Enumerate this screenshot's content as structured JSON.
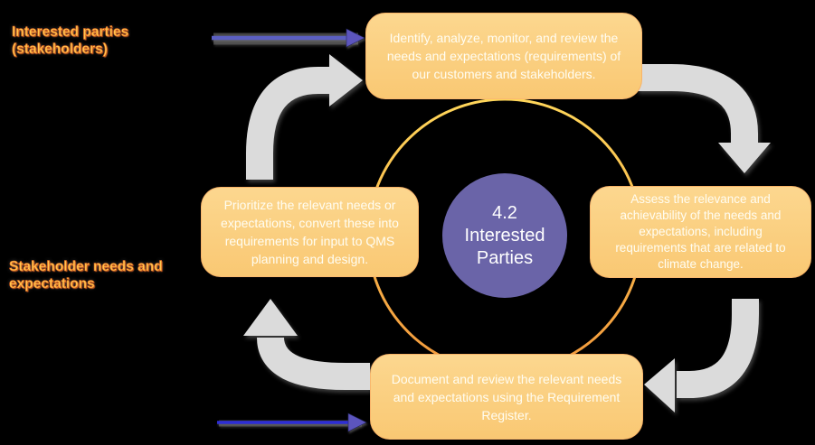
{
  "center_circle": {
    "lines": [
      "4.2",
      "Interested",
      "Parties"
    ],
    "fill_color": "#6A64A8",
    "text_color": "#FFFFFF"
  },
  "ring_color_top": "#FFD65A",
  "ring_color_bottom": "#F2983B",
  "boxes": {
    "top": {
      "lines": [
        "Identify, analyze, monitor, and review the",
        "needs and expectations (requirements) of",
        "our customers and stakeholders."
      ]
    },
    "right": {
      "lines": [
        "Assess the relevance and",
        "achievability of the needs and",
        "expectations, including",
        "requirements that are related to",
        "climate change."
      ]
    },
    "bottom": {
      "lines": [
        "Document and review the relevant needs",
        "and expectations using the Requirement",
        "Register."
      ]
    },
    "left": {
      "lines": [
        "Prioritize the relevant needs or",
        "expectations, convert these into",
        "requirements for input to QMS",
        "planning and design."
      ]
    }
  },
  "box_style": {
    "fill_top": "#FCD78F",
    "fill_bottom": "#F9C873",
    "text_color": "#FFFDF2"
  },
  "labels": {
    "interested_parties": {
      "lines": [
        "Interested parties",
        "(stakeholders)"
      ]
    },
    "stakeholder_needs": {
      "lines": [
        "Stakeholder needs and",
        "expectations"
      ]
    },
    "text_color": "#FFC851",
    "outline_color": "#E2611B"
  },
  "arrows": {
    "cycle_color": "#DBDBDB",
    "top_pointer_color": "#5B5FC2",
    "bottom_pointer_color": "#2D2DD6",
    "pointer_head_color": "#5C55BD",
    "shadow_color": "#8A8A8A"
  }
}
